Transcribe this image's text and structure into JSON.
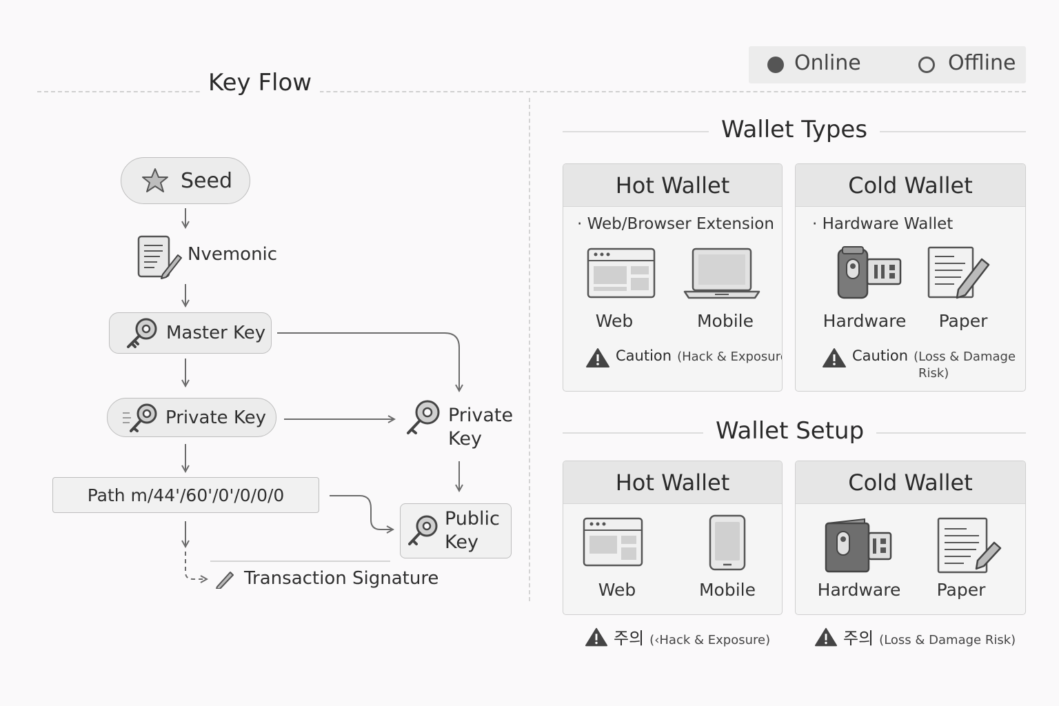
{
  "legend": {
    "online": "Online",
    "offline": "Offline"
  },
  "key_flow": {
    "title": "Key Flow",
    "seed": "Seed",
    "mnemonic": "Nvemonic",
    "master_key": "Master Key",
    "private_key": "Private Key",
    "private_key_2": "Private Key",
    "path": "Path m/44'/60'/0'/0/0/0",
    "public_key": "Public Key",
    "transaction_signature": "Transaction Signature"
  },
  "wallet_types": {
    "title": "Wallet Types",
    "hot": {
      "title": "Hot Wallet",
      "subtitle": "· Web/Browser Extension",
      "items": [
        "Web",
        "Mobile"
      ],
      "caution": "Caution",
      "caution_detail": "(Hack & Exposure"
    },
    "cold": {
      "title": "Cold Wallet",
      "subtitle": "· Hardware Wallet",
      "items": [
        "Hardware",
        "Paper"
      ],
      "caution": "Caution",
      "caution_detail": "(Loss & Damage",
      "caution_detail_2": "Risk)"
    }
  },
  "wallet_setup": {
    "title": "Wallet Setup",
    "hot": {
      "title": "Hot Wallet",
      "items": [
        "Web",
        "Mobile"
      ],
      "caution": "주의",
      "caution_detail": "(‹Hack & Exposure)"
    },
    "cold": {
      "title": "Cold Wallet",
      "items": [
        "Hardware",
        "Paper"
      ],
      "caution": "주의",
      "caution_detail": "(Loss & Damage Risk)"
    }
  },
  "colors": {
    "background": "#faf9fa",
    "node_fill": "#ececec",
    "stroke": "#6b6b6b",
    "card_head": "#e6e6e6"
  }
}
